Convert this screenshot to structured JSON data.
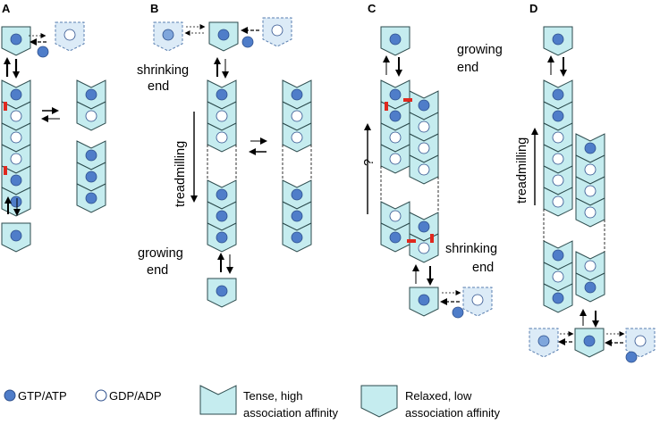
{
  "panels": {
    "a": {
      "letter": "A"
    },
    "b": {
      "letter": "B",
      "top_label_1": "shrinking",
      "top_label_2": "end",
      "side_label": "treadmilling",
      "bottom_label_1": "growing",
      "bottom_label_2": "end"
    },
    "c": {
      "letter": "C",
      "top_label_1": "growing",
      "top_label_2": "end",
      "side_label": "?",
      "bottom_label_1": "shrinking",
      "bottom_label_2": "end"
    },
    "d": {
      "letter": "D",
      "side_label": "treadmilling"
    }
  },
  "legend": {
    "gtp": "GTP/ATP",
    "gdp": "GDP/ADP",
    "tense_1": "Tense, high",
    "tense_2": "association affinity",
    "relaxed_1": "Relaxed, low",
    "relaxed_2": "association affinity"
  },
  "colors": {
    "subunit_fill": "#c5ecef",
    "subunit_stroke": "#2b4a4c",
    "gtp": "#4f7dc9",
    "gtp_stroke": "#2d4f8c",
    "gdp": "#ffffff",
    "ghost_fill": "#dcebf7",
    "ghost_stroke": "#5a7fb0",
    "ghost_gtp": "#7fa6dc",
    "marker": "#e0281e"
  }
}
